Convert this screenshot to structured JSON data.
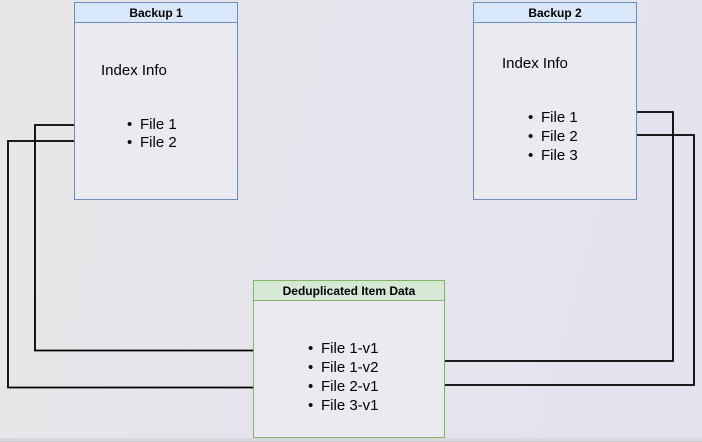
{
  "diagram": {
    "backup1": {
      "title": "Backup 1",
      "subtitle": "Index Info",
      "items": [
        "File 1",
        "File 2"
      ]
    },
    "backup2": {
      "title": "Backup 2",
      "subtitle": "Index Info",
      "items": [
        "File 1",
        "File 2",
        "File 3"
      ]
    },
    "dedup": {
      "title": "Deduplicated Item Data",
      "items": [
        "File 1-v1",
        "File 1-v2",
        "File 2-v1",
        "File 3-v1"
      ]
    },
    "connections": [
      {
        "from": "Backup 1 / File 1",
        "to": "File 1-v1"
      },
      {
        "from": "Backup 1 / File 2",
        "to": "File 2-v1"
      },
      {
        "from": "Backup 2 / File 1",
        "to": "File 1-v2"
      },
      {
        "from": "Backup 2 / File 2",
        "to": "File 2-v1"
      }
    ],
    "colors": {
      "blue_header_fill": "#d9e7fb",
      "blue_border": "#6c8ebf",
      "green_header_fill": "#d5e8d4",
      "green_border": "#82b366",
      "connector": "#000000"
    }
  }
}
